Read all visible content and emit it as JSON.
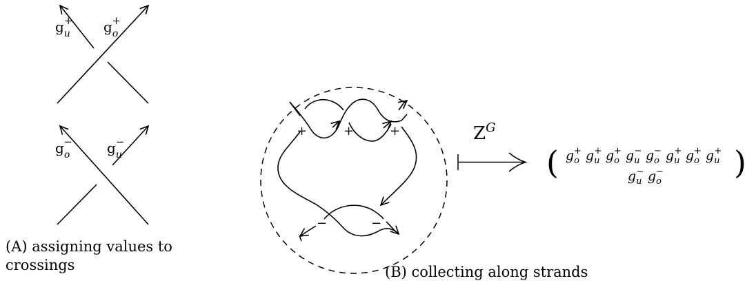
{
  "panel_a": {
    "labels": {
      "top_under": {
        "base": "g",
        "sup": "+",
        "sub": "u"
      },
      "top_over": {
        "base": "g",
        "sup": "+",
        "sub": "o"
      },
      "bottom_over": {
        "base": "g",
        "sup": "−",
        "sub": "o"
      },
      "bottom_under": {
        "base": "g",
        "sup": "−",
        "sub": "u"
      }
    },
    "caption": {
      "tag": "(A)",
      "text": "assigning values to",
      "text_line2": "crossings"
    }
  },
  "panel_b": {
    "crossing_signs": [
      "+",
      "+",
      "+",
      "−",
      "−"
    ],
    "map_label": {
      "base": "Z",
      "sup": "G"
    },
    "result": {
      "open_paren": "(",
      "close_paren": ")",
      "row1": [
        {
          "base": "g",
          "sup": "+",
          "sub": "o"
        },
        {
          "base": "g",
          "sup": "+",
          "sub": "u"
        },
        {
          "base": "g",
          "sup": "+",
          "sub": "o"
        },
        {
          "base": "g",
          "sup": "−",
          "sub": "u"
        },
        {
          "base": "g",
          "sup": "−",
          "sub": "o"
        },
        {
          "base": "g",
          "sup": "+",
          "sub": "u"
        },
        {
          "base": "g",
          "sup": "+",
          "sub": "o"
        },
        {
          "base": "g",
          "sup": "+",
          "sub": "u"
        }
      ],
      "row2": [
        {
          "base": "g",
          "sup": "−",
          "sub": "u"
        },
        {
          "base": "g",
          "sup": "−",
          "sub": "o"
        }
      ]
    },
    "caption": {
      "tag": "(B)",
      "text": "collecting along strands"
    }
  }
}
